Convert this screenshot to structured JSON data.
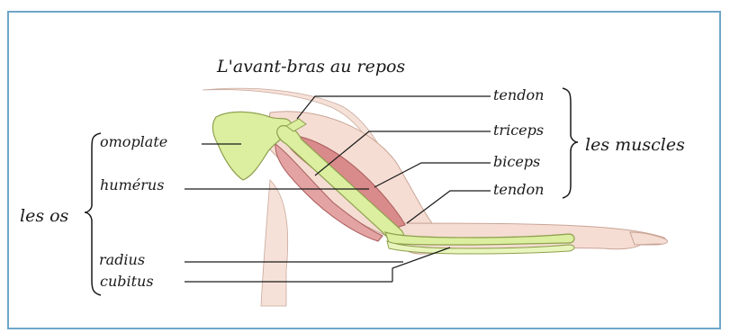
{
  "title": "L'avant-bras au repos",
  "bones": {
    "group_label": "les os",
    "items": [
      "omoplate",
      "humérus",
      "radius",
      "cubitus"
    ]
  },
  "muscles": {
    "group_label": "les muscles",
    "items": [
      "tendon",
      "triceps",
      "biceps",
      "tendon"
    ]
  },
  "colors": {
    "frame": "#6fa6c8",
    "skin": "#f4d9cf",
    "bone": "#dcefa0",
    "muscle": "#d98a8a",
    "line": "#1a1a1a"
  }
}
